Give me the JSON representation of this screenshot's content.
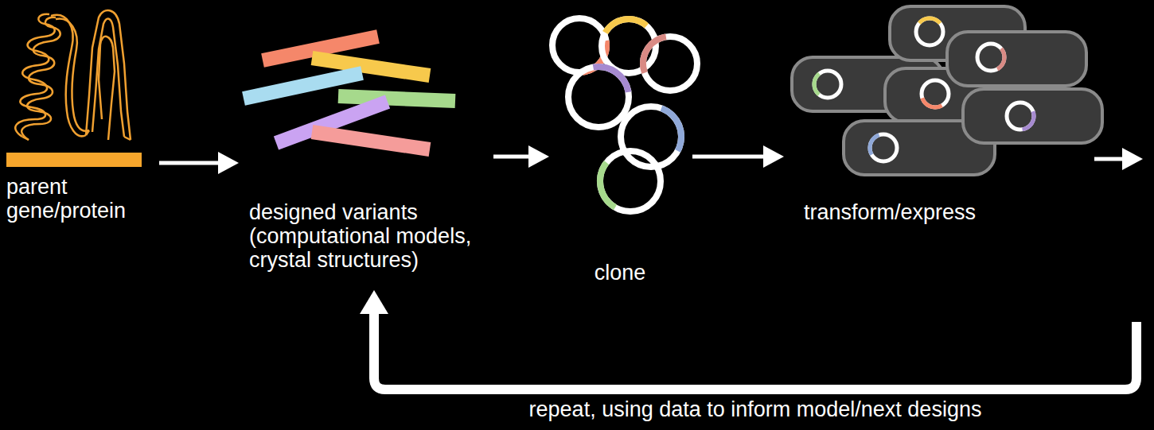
{
  "diagram": {
    "nodes": [
      {
        "text": [
          "parent gene/protein"
        ]
      },
      {
        "text": [
          "designed variants (computational models, crystal structures)"
        ]
      },
      {
        "text": [
          "clone"
        ]
      },
      {
        "text": [
          "transform/express"
        ]
      }
    ],
    "edges": [
      {
        "from": 0,
        "to": 1,
        "arrow": "to"
      },
      {
        "from": 1,
        "to": 2,
        "arrow": "to"
      },
      {
        "from": 2,
        "to": 3,
        "arrow": "to"
      },
      {
        "from": 3,
        "to": 1,
        "label": "repeat, using data to inform model/next designs",
        "arrow": "to"
      }
    ]
  }
}
